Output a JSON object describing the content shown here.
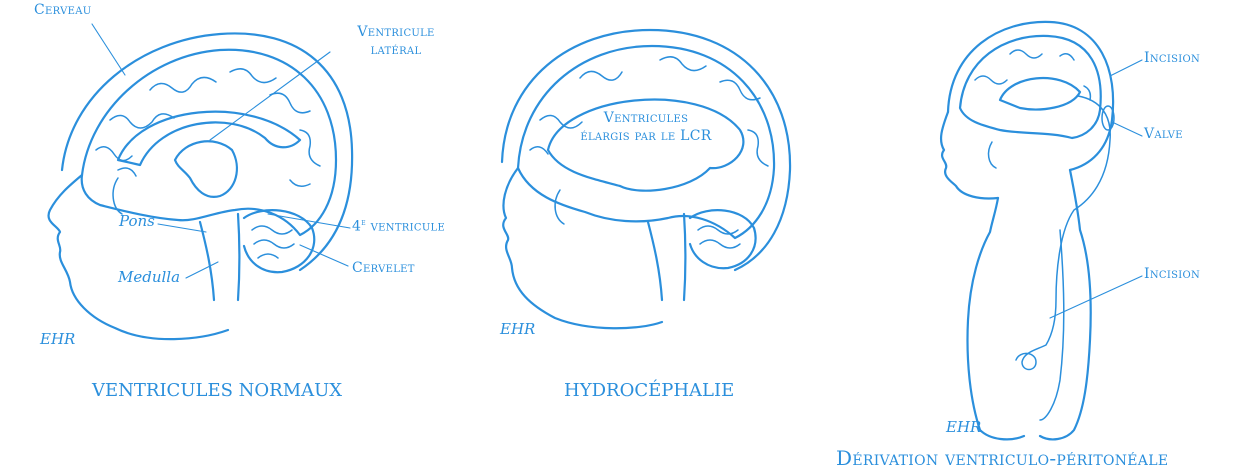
{
  "panels": [
    {
      "caption": "VENTRICULES NORMAUX",
      "labels": {
        "cerveau": "Cerveau",
        "ventricule_line1": "Ventricule",
        "ventricule_line2": "latéral",
        "pons": "Pons",
        "quatrieme_num": "4",
        "quatrieme_sup": "e",
        "quatrieme_word": " ventricule",
        "medulla": "Medulla",
        "cervelet": "Cervelet"
      },
      "signature": "EHR"
    },
    {
      "caption": "HYDROCÉPHALIE",
      "labels": {
        "ventricules_line1": "Ventricules",
        "ventricules_line2": "élargis par le LCR"
      },
      "signature": "EHR"
    },
    {
      "caption": "Dérivation ventriculo-péritonéale",
      "labels": {
        "incision_top": "Incision",
        "valve": "Valve",
        "incision_bottom": "Incision"
      },
      "signature": "EHR"
    }
  ],
  "colors": {
    "ink": "#2b8fdc",
    "background": "#ffffff"
  }
}
